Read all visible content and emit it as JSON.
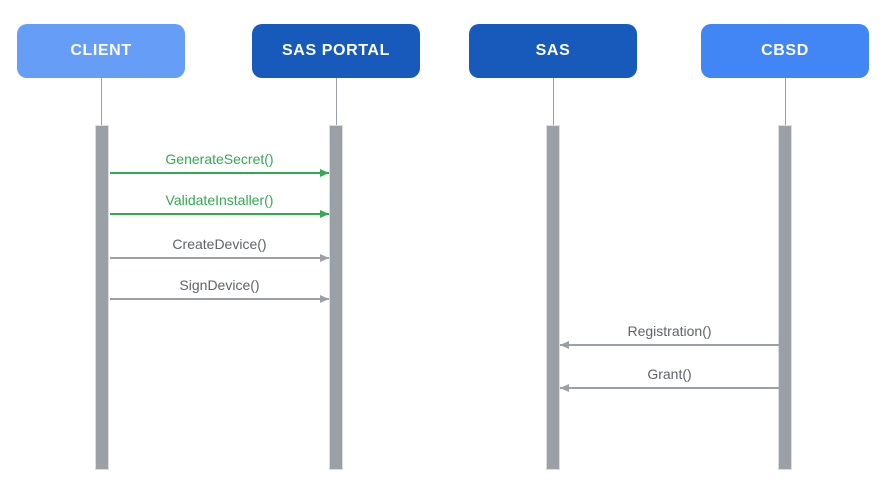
{
  "diagram": {
    "type": "sequence-diagram",
    "background": "#FFFFFF"
  },
  "actors": [
    {
      "id": "client",
      "label": "CLIENT",
      "color": "#669DF6"
    },
    {
      "id": "sas-portal",
      "label": "SAS PORTAL",
      "color": "#185ABC"
    },
    {
      "id": "sas",
      "label": "SAS",
      "color": "#185ABC"
    },
    {
      "id": "cbsd",
      "label": "CBSD",
      "color": "#4285F4"
    }
  ],
  "messages": [
    {
      "label": "GenerateSecret()",
      "from": "CLIENT",
      "to": "SAS PORTAL",
      "direction": "right",
      "color": "#34A853"
    },
    {
      "label": "ValidateInstaller()",
      "from": "CLIENT",
      "to": "SAS PORTAL",
      "direction": "right",
      "color": "#34A853"
    },
    {
      "label": "CreateDevice()",
      "from": "CLIENT",
      "to": "SAS PORTAL",
      "direction": "right",
      "color": "#5F6368"
    },
    {
      "label": "SignDevice()",
      "from": "CLIENT",
      "to": "SAS PORTAL",
      "direction": "right",
      "color": "#5F6368"
    },
    {
      "label": "Registration()",
      "from": "CBSD",
      "to": "SAS",
      "direction": "left",
      "color": "#5F6368"
    },
    {
      "label": "Grant()",
      "from": "CBSD",
      "to": "SAS",
      "direction": "left",
      "color": "#5F6368"
    }
  ],
  "colors": {
    "actor_light_blue": "#669DF6",
    "actor_dark_blue": "#185ABC",
    "actor_medium_blue": "#4285F4",
    "message_green": "#34A853",
    "message_gray_text": "#5F6368",
    "line_gray": "#9AA0A6",
    "activation_bar": "#9AA0A6"
  }
}
